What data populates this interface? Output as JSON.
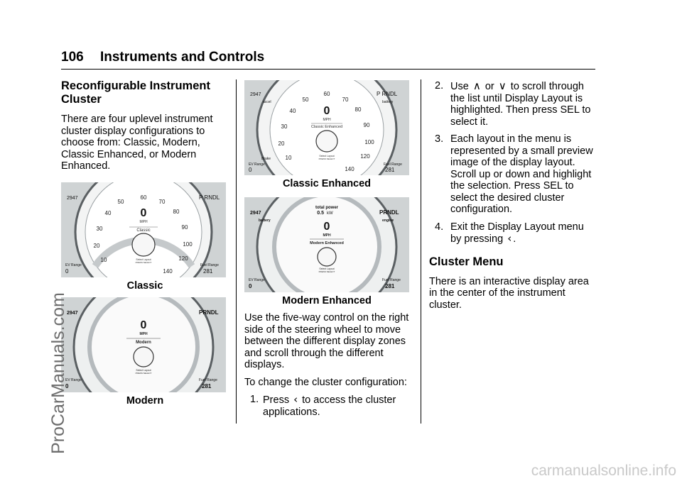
{
  "header": {
    "page_number": "106",
    "title": "Instruments and Controls"
  },
  "col1": {
    "heading": "Reconfigurable Instrument Cluster",
    "intro": "There are four uplevel instrument cluster display configurations to choose from: Classic, Modern, Classic Enhanced, or Modern Enhanced.",
    "fig_classic": {
      "caption": "Classic",
      "speed_labels": [
        "10",
        "20",
        "30",
        "40",
        "50",
        "60",
        "70",
        "80",
        "90",
        "100",
        "120",
        "140"
      ],
      "speed_value": "0",
      "speed_unit": "MPH",
      "layout_name": "Classic",
      "odometer": "2947",
      "gear": "P RNDL",
      "left_label": "EV Range",
      "left_value": "0",
      "right_label": "Fuel Range",
      "right_value": "281",
      "select_text": "Select Layout",
      "press_text": "PRESS SELECT"
    },
    "fig_modern": {
      "caption": "Modern",
      "speed_value": "0",
      "speed_unit": "MPH",
      "layout_name": "Modern",
      "odometer": "2947",
      "gear": "PRNDL",
      "left_label": "EV Range",
      "left_value": "0",
      "right_label": "Fuel Range",
      "right_value": "281",
      "select_text": "Select Layout",
      "press_text": "PRESS SELECT"
    }
  },
  "col2": {
    "fig_classic_enhanced": {
      "caption": "Classic Enhanced",
      "speed_labels": [
        "10",
        "20",
        "30",
        "40",
        "50",
        "60",
        "70",
        "80",
        "90",
        "100",
        "120",
        "140"
      ],
      "speed_value": "0",
      "speed_unit": "MPH",
      "layout_name": "Classic Enhanced",
      "odometer": "2947",
      "gear": "P RNDL",
      "top_left_label": "accel",
      "top_right_label": "battery",
      "bottom_left_label": "Brake",
      "left_label": "EV Range",
      "left_value": "0",
      "right_label": "Fuel Range",
      "right_value": "281",
      "select_text": "Select Layout",
      "press_text": "PRESS SELECT"
    },
    "fig_modern_enhanced": {
      "caption": "Modern Enhanced",
      "power_label": "total power",
      "power_value": "0.5",
      "power_unit": "kW",
      "speed_value": "0",
      "speed_unit": "MPH",
      "layout_name": "Modern Enhanced",
      "odometer": "2947",
      "gear": "PRNDL",
      "top_left_label": "battery",
      "top_right_label": "engine",
      "left_label": "EV Range",
      "left_value": "0",
      "right_label": "Fuel Range",
      "right_value": "281",
      "select_text": "Select Layout",
      "press_text": "PRESS SELECT"
    },
    "para1": "Use the five-way control on the right side of the steering wheel to move between the different display zones and scroll through the different displays.",
    "para2": "To change the cluster configuration:",
    "step1_num": "1.",
    "step1_pre": "Press",
    "step1_post": "to access the cluster applications."
  },
  "col3": {
    "step2_num": "2.",
    "step2_a": "Use",
    "step2_b": "or",
    "step2_c": "to scroll through the list until Display Layout is highlighted. Then press SEL to select it.",
    "step3_num": "3.",
    "step3": "Each layout in the menu is represented by a small preview image of the display layout. Scroll up or down and highlight the selection. Press SEL to select the desired cluster configuration.",
    "step4_num": "4.",
    "step4_pre": "Exit the Display Layout menu by pressing",
    "step4_post": ".",
    "heading2": "Cluster Menu",
    "para": "There is an interactive display area in the center of the instrument cluster."
  },
  "watermarks": {
    "side": "ProCarManuals.com",
    "footer": "carmanualsonline.info"
  },
  "icons": {
    "up": "up-chevron-icon",
    "down": "down-chevron-icon",
    "left": "left-chevron-icon"
  }
}
